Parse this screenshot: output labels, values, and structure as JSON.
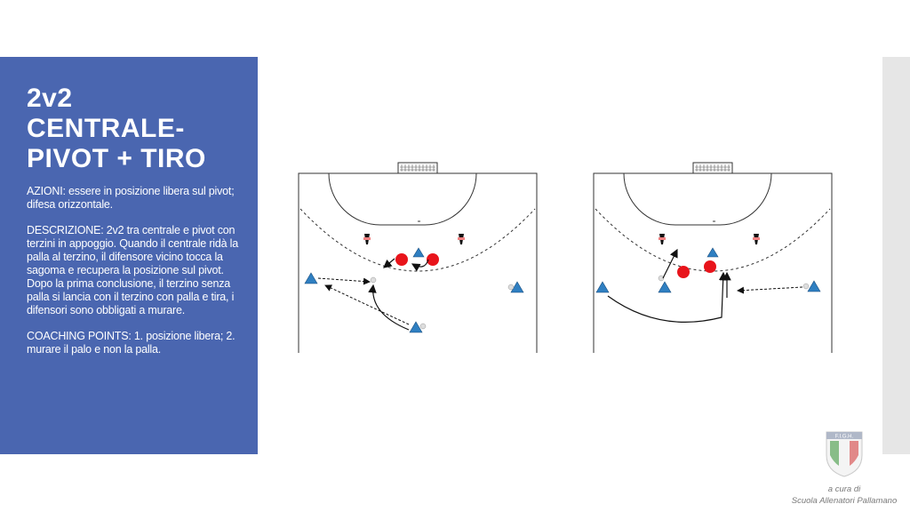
{
  "slide": {
    "title_lines": [
      "2v2",
      "CENTRALE-",
      "PIVOT + TIRO"
    ],
    "azioni": "AZIONI: essere in posizione libera sul pivot; difesa orizzontale.",
    "descrizione_1": "DESCRIZIONE: 2v2 tra centrale e pivot con terzini in appoggio. Quando il centrale ridà la palla al terzino, il difensore vicino tocca la sagoma e recupera la posizione sul pivot.",
    "descrizione_2": "Dopo la prima conclusione, il terzino senza palla si lancia con il terzino con palla e tira, i difensori sono obbligati a murare.",
    "coaching_points": "COACHING POINTS: 1. posizione libera; 2. murare il palo e non la palla."
  },
  "footer": {
    "logo_text": "F.I.G.H.",
    "credit_line_1": "a cura di",
    "credit_line_2": "Scuola Allenatori Pallamano"
  },
  "colors": {
    "panel": "#4a66b0",
    "attacker": "#2f7fc1",
    "defender": "#e8141b",
    "court_line": "#333333"
  },
  "icons": [
    "goal-icon",
    "attacker-triangle-icon",
    "defender-circle-icon",
    "cone-dummy-icon",
    "ball-icon",
    "pass-arrow-icon",
    "run-arrow-icon"
  ]
}
